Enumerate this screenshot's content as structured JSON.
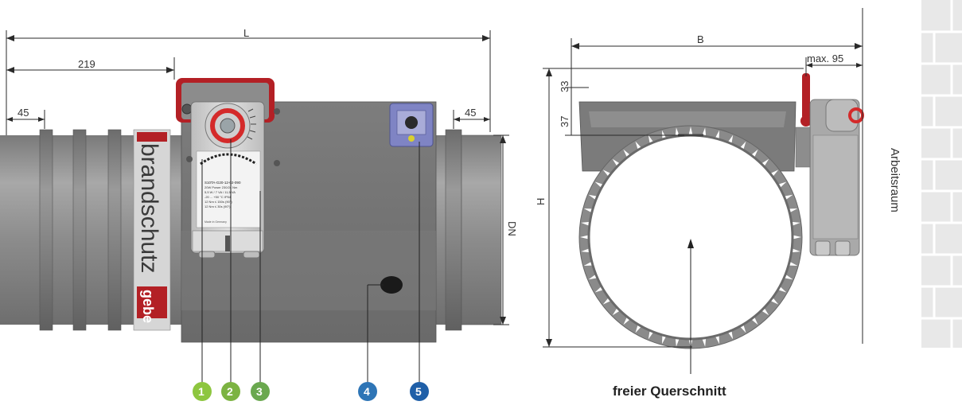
{
  "dimensions": {
    "L": "L",
    "d219": "219",
    "d45_left": "45",
    "d45_right": "45",
    "DN": "DN",
    "B": "B",
    "max95": "max. 95",
    "d33": "33",
    "d37": "37",
    "H": "H"
  },
  "housing": {
    "brand_vertical": "brandschutz",
    "brand_logo": "gebe"
  },
  "actuator_label": {
    "model": "S10TA-G20-12-02-090",
    "line1": "20W Power 230/24 Nm",
    "line2": "5,5 W / 7 VA / 11,5 VA",
    "line3": "-20 ... +50 °C IP54",
    "line4": "12 Nm ≤ 150s (90°)",
    "line5": "12 Nm ≤ 30s (90°)",
    "made": "Made in Germany"
  },
  "callouts": [
    {
      "num": "1",
      "color": "#8dc63f"
    },
    {
      "num": "2",
      "color": "#7cb342"
    },
    {
      "num": "3",
      "color": "#6aa84f"
    },
    {
      "num": "4",
      "color": "#2e75b6"
    },
    {
      "num": "5",
      "color": "#1f5fa8"
    }
  ],
  "labels": {
    "free_cross_section": "freier Querschnitt",
    "working_space": "Arbeitsraum"
  },
  "colors": {
    "duct_gray": "#8a8a8a",
    "accent_red": "#b32025",
    "wall_light": "#e6e6e6"
  }
}
